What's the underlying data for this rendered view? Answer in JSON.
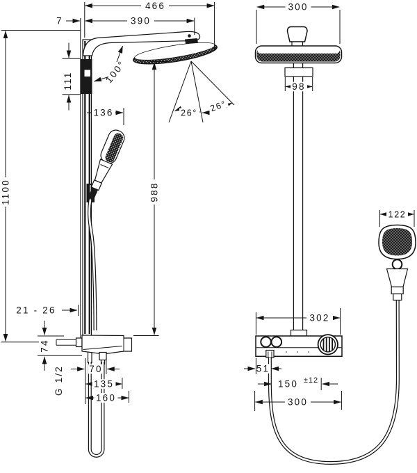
{
  "style": {
    "ink": "#141414",
    "background": "#ffffff"
  },
  "side_view": {
    "dims": {
      "total_reach": "466",
      "arm_reach": "390",
      "wall_gap": "7",
      "bracket_height": "111",
      "arm_angle": "100°",
      "handshower_offset": "136",
      "total_height": "1100",
      "head_to_valve_height": "988",
      "spray_angle_left": "26°",
      "spray_angle_right": "26°",
      "wall_depth_range": "21 - 26",
      "valve_height": "74",
      "thread_size": "G 1/2",
      "outlet_spacing": "70",
      "valve_width": "135",
      "hose_loop_width": "160"
    }
  },
  "front_view": {
    "dims": {
      "overhead_width": "300",
      "bracket_width": "98",
      "handshower_width": "122",
      "body_top_width": "302",
      "hose_offset": "51",
      "holder_distance": "150",
      "holder_tolerance": "±12",
      "body_bottom_width": "300"
    }
  }
}
